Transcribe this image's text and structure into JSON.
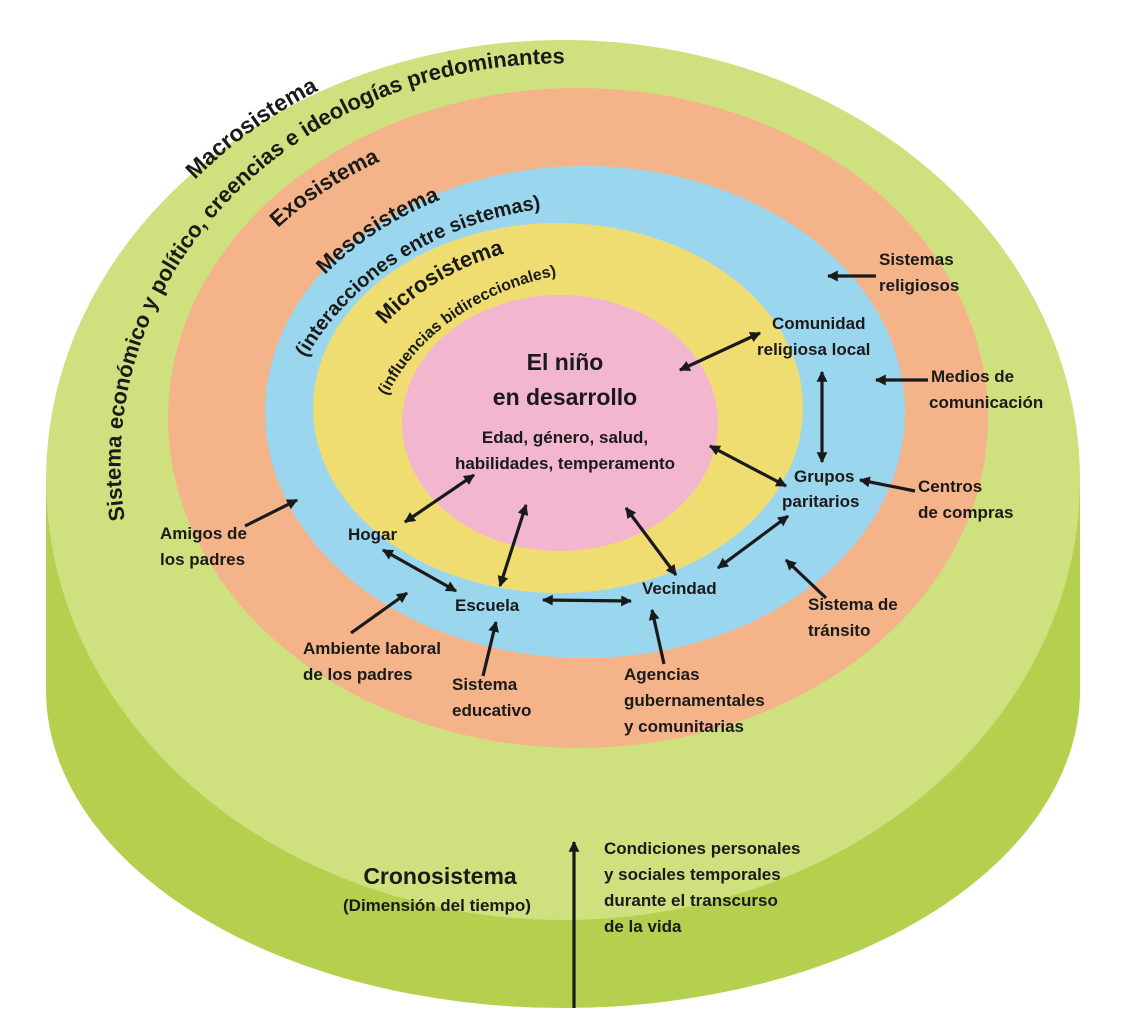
{
  "colors": {
    "macro_side": "#b5d04e",
    "macro_top": "#cfe07e",
    "exo": "#f5b389",
    "meso": "#9ad7ef",
    "micro": "#efdd72",
    "center": "#f3b6cf",
    "arrow": "#1a1a1a"
  },
  "center": {
    "title_line1": "El niño",
    "title_line2": "en desarrollo",
    "traits_line1": "Edad, género, salud,",
    "traits_line2": "habilidades, temperamento"
  },
  "rings": {
    "macro_title": "Macrosistema",
    "macro_subtitle": "Sistema económico y político, creencias e ideologías predominantes",
    "exo_title": "Exosistema",
    "meso_title": "Mesosistema",
    "meso_subtitle": "(interacciones entre sistemas)",
    "micro_title": "Microsistema",
    "micro_subtitle": "(influencias bidireccionales)"
  },
  "micro_nodes": {
    "hogar": "Hogar",
    "escuela": "Escuela",
    "vecindad": "Vecindad",
    "grupos_1": "Grupos",
    "grupos_2": "paritarios",
    "comunidad_1": "Comunidad",
    "comunidad_2": "religiosa local"
  },
  "exo_nodes": {
    "sistemas_1": "Sistemas",
    "sistemas_2": "religiosos",
    "medios_1": "Medios de",
    "medios_2": "comunicación",
    "centros_1": "Centros",
    "centros_2": "de compras",
    "transito_1": "Sistema de",
    "transito_2": "tránsito",
    "agencias_1": "Agencias",
    "agencias_2": "gubernamentales",
    "agencias_3": "y comunitarias",
    "educativo_1": "Sistema",
    "educativo_2": "educativo",
    "laboral_1": "Ambiente laboral",
    "laboral_2": "de los padres",
    "amigos_1": "Amigos de",
    "amigos_2": "los padres"
  },
  "chrono": {
    "title": "Cronosistema",
    "subtitle": "(Dimensión del tiempo)",
    "note_1": "Condiciones personales",
    "note_2": "y sociales temporales",
    "note_3": "durante el transcurso",
    "note_4": "de la vida"
  }
}
